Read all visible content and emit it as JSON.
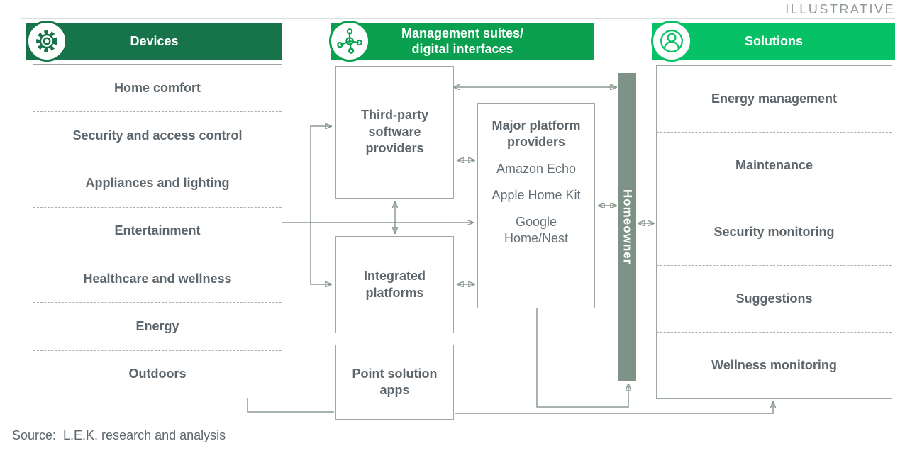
{
  "annotation": "ILLUSTRATIVE",
  "source": "Source:  L.E.K. research and analysis",
  "homeowner": {
    "label": "Homeowner",
    "bar_color": "#7f9287"
  },
  "colors": {
    "devices_header": "#17734a",
    "management_header": "#0aa04f",
    "solutions_header": "#07c167",
    "homeowner_bar": "#7f9287",
    "connector_lines": "#8a9a91",
    "body_text": "#5d666c"
  },
  "devices": {
    "title": "Devices",
    "icon": "gear-icon",
    "items": [
      "Home comfort",
      "Security and access control",
      "Appliances and lighting",
      "Entertainment",
      "Healthcare and wellness",
      "Energy",
      "Outdoors"
    ]
  },
  "management": {
    "title": "Management suites/\ndigital interfaces",
    "icon": "network-icon",
    "third_party": "Third-party software providers",
    "integrated": "Integrated platforms",
    "point_solution": "Point solution apps",
    "major_platform": {
      "title": "Major platform providers",
      "platforms": [
        "Amazon Echo",
        "Apple Home Kit",
        "Google Home/Nest"
      ]
    }
  },
  "solutions": {
    "title": "Solutions",
    "icon": "person-icon",
    "items": [
      "Energy management",
      "Maintenance",
      "Security monitoring",
      "Suggestions",
      "Wellness monitoring"
    ]
  }
}
